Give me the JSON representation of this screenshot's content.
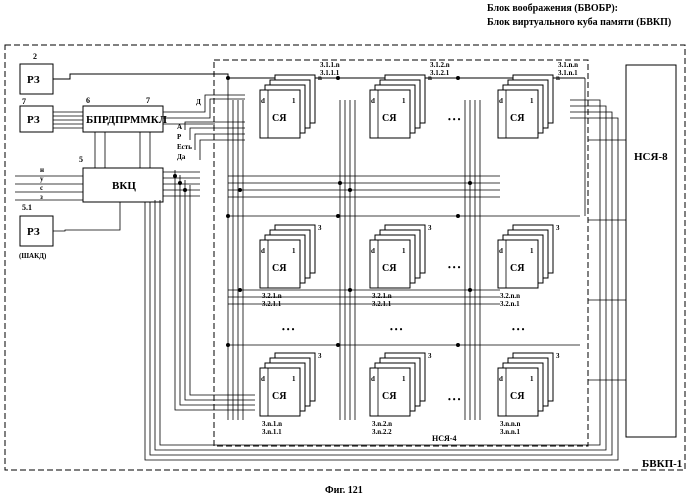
{
  "header": {
    "line1": "Блок воображения (БВОБР):",
    "line2": "Блок виртуального куба памяти (БВКП)"
  },
  "figure_caption": "Фиг. 121",
  "outer_label": "БВКП-1",
  "inner_label": "НСЯ-4",
  "right_block_label": "НСЯ-8",
  "left_blocks": {
    "rz_label": "РЗ",
    "rz1_num": "2",
    "rz2_num": "7",
    "rz3_num": "5.1",
    "rz3_caption": "(ШАКД)",
    "bprd_label": "БПРДПРММКЛ",
    "bprd_num_left": "6",
    "bprd_num_right": "7",
    "vkc_label": "ВКЦ",
    "vkc_num": "5",
    "vkc_inputs": [
      "н",
      "у",
      "с",
      "з"
    ]
  },
  "signal_labels": [
    "Д",
    "А",
    "Р",
    "Есть",
    "Да"
  ],
  "cell_label": "СЯ",
  "cell_d": "d",
  "cell_1": "1",
  "stack_n": "n",
  "stack_3": "3",
  "ellipsis": "• • •",
  "cells_top": [
    {
      "line1": "3.1.1.n",
      "line2": "3.1.1.1"
    },
    {
      "line1": "3.1.2.n",
      "line2": "3.1.2.1"
    },
    {
      "line1": "3.1.n.n",
      "line2": "3.1.n.1"
    }
  ],
  "cells_mid": [
    {
      "line1": "3.2.1.n",
      "line2": "3.2.1.1"
    },
    {
      "line1": "3.2.1.n",
      "line2": "3.2.1.1"
    },
    {
      "line1": "3.2.n.n",
      "line2": "3.2.n.1"
    }
  ],
  "cells_bot": [
    {
      "line1": "3.n.1.n",
      "line2": "3.n.1.1"
    },
    {
      "line1": "3.n.2.n",
      "line2": "3.n.2.2"
    },
    {
      "line1": "3.n.n.n",
      "line2": "3.n.n.1"
    }
  ]
}
